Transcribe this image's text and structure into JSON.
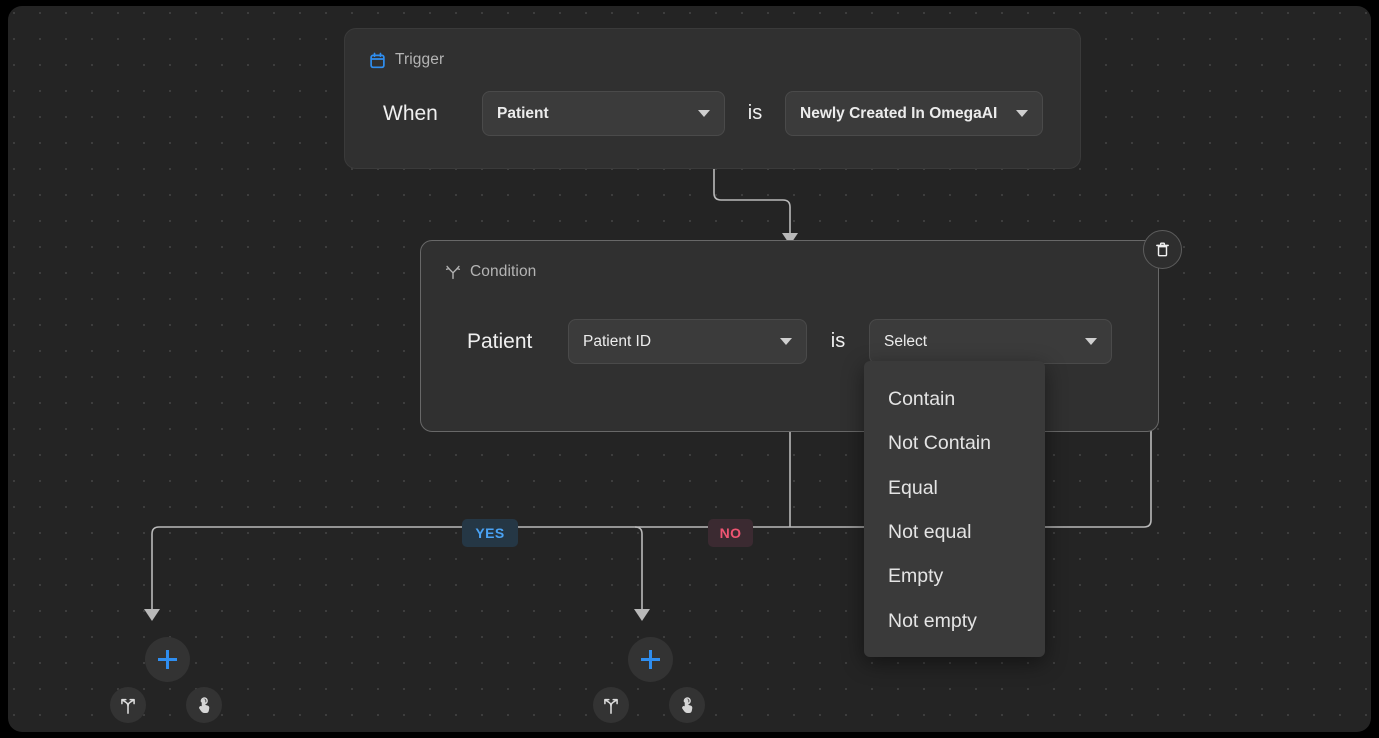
{
  "canvas": {
    "background_color": "#242424",
    "dot_color": "#3d3d3d"
  },
  "nodes": {
    "trigger": {
      "icon": "calendar-icon",
      "icon_color": "#2f8ef0",
      "header_label": "Trigger",
      "row": {
        "prefix_label": "When",
        "subject_select": {
          "value": "Patient",
          "caret": "chevron-down-icon"
        },
        "connector_label": "is",
        "event_select": {
          "value": "Newly Created In OmegaAI",
          "caret": "chevron-down-icon"
        }
      }
    },
    "condition": {
      "icon": "branch-icon",
      "header_label": "Condition",
      "delete_button": {
        "icon": "trash-icon"
      },
      "row": {
        "prefix_label": "Patient",
        "field_select": {
          "value": "Patient ID",
          "caret": "chevron-down-icon"
        },
        "connector_label": "is",
        "operator_select": {
          "value": "Select",
          "placeholder": "Select",
          "caret": "chevron-down-icon"
        }
      }
    }
  },
  "dropdown": {
    "open": true,
    "options": [
      "Contain",
      "Not Contain",
      "Equal",
      "Not equal",
      "Empty",
      "Not empty"
    ]
  },
  "branches": [
    {
      "label": "YES",
      "text_color": "#4aa3f5",
      "background_color": "#253745"
    },
    {
      "label": "NO",
      "text_color": "#ef5572",
      "background_color": "#3b2a31"
    }
  ],
  "add_clusters": [
    {
      "name": "yes-branch",
      "plus_icon": "plus-icon",
      "branch_icon": "split-branch-icon",
      "action_icon": "tap-hand-icon"
    },
    {
      "name": "no-branch",
      "plus_icon": "plus-icon",
      "branch_icon": "split-branch-icon",
      "action_icon": "tap-hand-icon"
    }
  ],
  "colors": {
    "accent_blue": "#2f8ef0",
    "edge_stroke": "#b9b9b9",
    "node_background": "#303030",
    "select_background": "#3b3b3b"
  }
}
